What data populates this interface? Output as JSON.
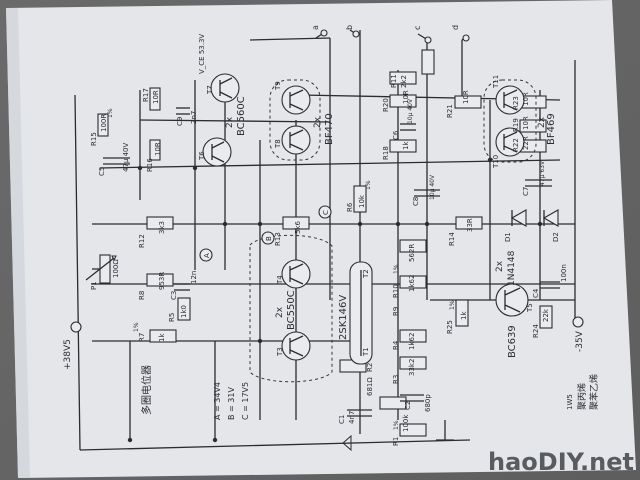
{
  "image": {
    "watermark": "haoDIY.net"
  },
  "schematic": {
    "supply_pos": "+38V5",
    "supply_neg": "-35V",
    "rails_legend": [
      "A = 34V4",
      "B = 31V",
      "C = 17V5"
    ],
    "chinese_notes": [
      "多圈电位器",
      "聚丙烯",
      "聚苯乙烯"
    ],
    "note_1w5": "1W5",
    "top_note": "V_CE 53.3V",
    "transistors": {
      "t1": "T1",
      "t2": "T2",
      "t3": "T3",
      "t4": "T4",
      "t5": "T5",
      "t6": "T6",
      "t7": "T7",
      "t8": "T8",
      "t9": "T9",
      "t10": "T10",
      "t11": "T11"
    },
    "types": {
      "bc560c": "BC560C",
      "bc550c": "BC550C",
      "bf470": "BF470",
      "bf469": "BF469",
      "bc639": "BC639",
      "jfet": "2SK146V",
      "diodes": "1N4148",
      "x2a": "2x",
      "x2b": "2x",
      "x2c": "2x",
      "x2d": "2x",
      "x2e": "2x"
    },
    "labels": {
      "r1": "R1",
      "r1v": "100k",
      "r2": "R2",
      "r3": "R3",
      "r3v": "33k2",
      "r4": "R4",
      "r4v": "562R",
      "r5": "R5",
      "r5v": "1k0",
      "r6": "R6",
      "r6v": "10k",
      "r7": "R7",
      "r7v": "1k",
      "r8": "R8",
      "r8v": "953R",
      "r9": "R9",
      "r9v": "1k62",
      "r10": "R10",
      "r10v": "1k62",
      "r11": "R11",
      "r11v": "2k2",
      "r12": "R12",
      "r12v": "3k3",
      "r13": "R13",
      "r13v": "5k6",
      "r14": "R14",
      "r14v": "33R",
      "r15": "R15",
      "r15v": "100R",
      "r16": "R16",
      "r16v": "10R",
      "r17": "R17",
      "r17v": "10R",
      "r18": "R18",
      "r18v": "1k",
      "r19": "R19",
      "r19v": "10R",
      "r20": "R20",
      "r20v": "10R",
      "r21": "R21",
      "r21v": "10R",
      "r22": "R22",
      "r22v": "22R",
      "r23": "R23",
      "r23v": "10R",
      "r24": "R24",
      "r24v": "22k",
      "r25": "R25",
      "r25v": "1k",
      "r26": "R26",
      "r26v": "681Ω",
      "p1": "P1",
      "p1v": "100Ω",
      "c1": "C1",
      "c1v": "4n7",
      "c2": "C2",
      "c2v": "680p",
      "c3": "C3",
      "c3v": "12n",
      "c4": "C4",
      "c4v": "100n",
      "c5": "C5",
      "c5v": "47µ 40V",
      "c6": "C6",
      "c6v": "10µ 40V",
      "c7": "C7",
      "c7v": "47µ 63V",
      "c8": "C8",
      "c8v": "10µ 40V",
      "c9": "C9",
      "c9v": "2n7",
      "d1": "D1",
      "d2": "D2",
      "pct1": "1%",
      "pct2": "1%",
      "pct3": "1%",
      "pct4": "1%",
      "pct5": "1%",
      "pct6": "1%",
      "a": "A",
      "b": "B",
      "c": "C",
      "out_a": "a",
      "out_b": "b",
      "out_c": "c",
      "out_d": "d"
    }
  }
}
